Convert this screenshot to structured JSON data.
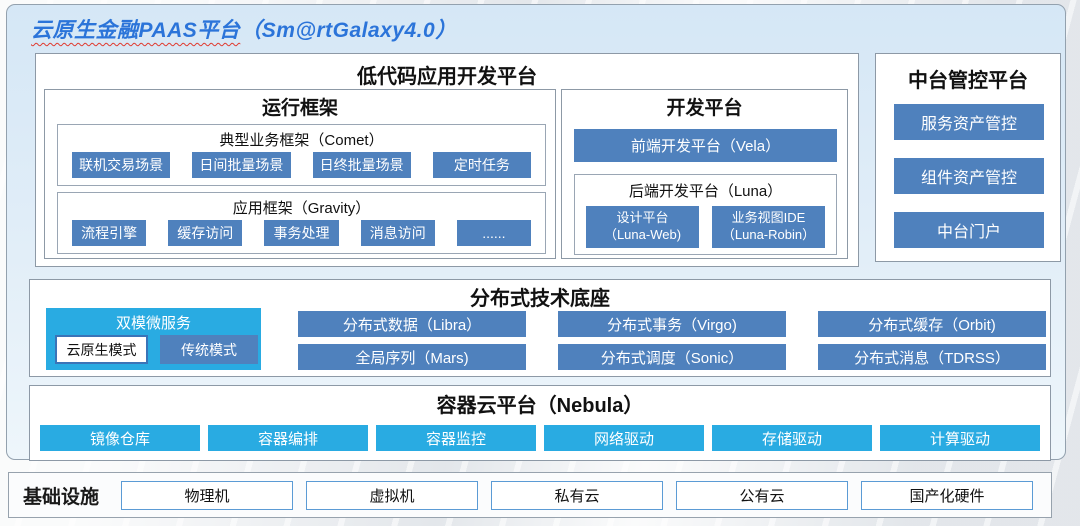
{
  "title": {
    "part1": "云原生金融PAAS平台",
    "part2": "（Sm@rtGalaxy4.0）"
  },
  "lowcode": {
    "title": "低代码应用开发平台",
    "runtime": {
      "title": "运行框架",
      "comet": {
        "title": "典型业务框架（Comet）",
        "items": [
          "联机交易场景",
          "日间批量场景",
          "日终批量场景",
          "定时任务"
        ]
      },
      "gravity": {
        "title": "应用框架（Gravity）",
        "items": [
          "流程引擎",
          "缓存访问",
          "事务处理",
          "消息访问",
          "......"
        ]
      }
    },
    "dev": {
      "title": "开发平台",
      "vela": "前端开发平台（Vela）",
      "luna": {
        "title": "后端开发平台（Luna）",
        "items": [
          {
            "line1": "设计平台",
            "line2": "（Luna-Web)"
          },
          {
            "line1": "业务视图IDE",
            "line2": "（Luna-Robin）"
          }
        ]
      }
    }
  },
  "midplatform": {
    "title": "中台管控平台",
    "items": [
      "服务资产管控",
      "组件资产管控",
      "中台门户"
    ]
  },
  "distributed": {
    "title": "分布式技术底座",
    "dualmode": {
      "title": "双模微服务",
      "cloud_native": "云原生模式",
      "traditional": "传统模式"
    },
    "row1": [
      "分布式数据（Libra）",
      "分布式事务（Virgo)",
      "分布式缓存（Orbit)"
    ],
    "row2": [
      "全局序列（Mars)",
      "分布式调度（Sonic）",
      "分布式消息（TDRSS）"
    ]
  },
  "nebula": {
    "title": "容器云平台（Nebula）",
    "items": [
      "镜像仓库",
      "容器编排",
      "容器监控",
      "网络驱动",
      "存储驱动",
      "计算驱动"
    ]
  },
  "infrastructure": {
    "title": "基础设施",
    "items": [
      "物理机",
      "虚拟机",
      "私有云",
      "公有云",
      "国产化硬件"
    ]
  },
  "colors": {
    "steel_blue": "#4f81bd",
    "cyan": "#29abe2",
    "title_blue": "#2b74d9",
    "underline_red": "#e0392e",
    "panel_bg": "#d5e7f6",
    "box_border": "#8d99a6"
  }
}
